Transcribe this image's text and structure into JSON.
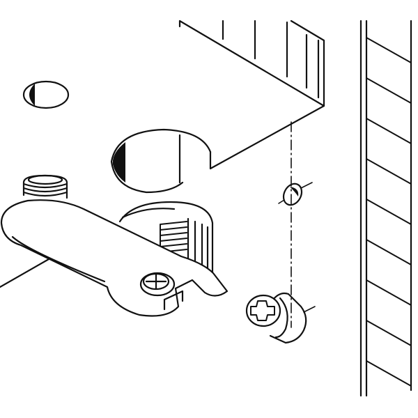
{
  "diagram": {
    "style": "black line-art isometric assembly illustration",
    "colors": {
      "ink": "#111111",
      "paper": "#ffffff"
    },
    "parts": [
      {
        "name": "panel-with-drilled-holes"
      },
      {
        "name": "side-panel-with-hatched-edge"
      },
      {
        "name": "connector-fitting-with-threaded-bolt"
      },
      {
        "name": "cross-head-screw"
      }
    ]
  }
}
